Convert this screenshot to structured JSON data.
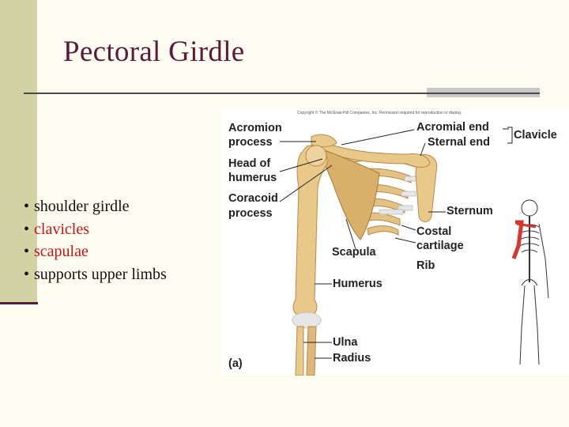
{
  "slide": {
    "title": "Pectoral Girdle",
    "bullets": [
      {
        "text": "shoulder girdle",
        "color": "#111111"
      },
      {
        "text": "clavicles",
        "color": "#cc1111"
      },
      {
        "text": "scapulae",
        "color": "#cc1111"
      },
      {
        "text": "supports upper limbs",
        "color": "#111111"
      }
    ],
    "bullet_glyph": "•"
  },
  "figure": {
    "copyright": "Copyright © The McGraw-Hill Companies, Inc. Permission required for reproduction or display.",
    "labels": {
      "acromion_1": "Acromion",
      "acromion_2": "process",
      "head_1": "Head of",
      "head_2": "humerus",
      "coracoid_1": "Coracoid",
      "coracoid_2": "process",
      "acromial_end": "Acromial end",
      "sternal_end": "Sternal end",
      "clavicle": "Clavicle",
      "sternum": "Sternum",
      "costal_1": "Costal",
      "costal_2": "cartilage",
      "scapula": "Scapula",
      "rib": "Rib",
      "humerus": "Humerus",
      "ulna": "Ulna",
      "radius": "Radius",
      "panel": "(a)"
    }
  },
  "colors": {
    "title": "#5a1a3a",
    "bone": "#e8c98a",
    "bone_shade": "#c99a52",
    "highlight": "#d9362b"
  }
}
